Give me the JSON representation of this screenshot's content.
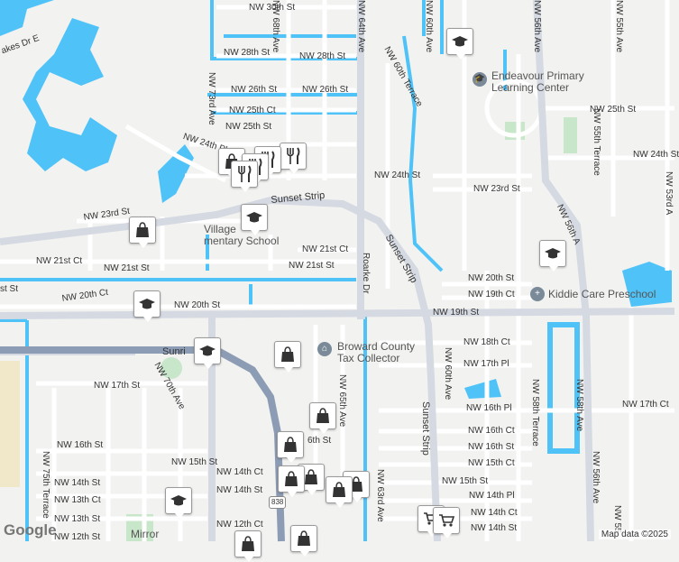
{
  "map": {
    "street_labels": {
      "nw_30th_st": "NW 30th St",
      "nw_28th_st_a": "NW 28th St",
      "nw_28th_st_b": "NW 28th St",
      "nw_26th_st_a": "NW 26th St",
      "nw_26th_st_b": "NW 26th St",
      "nw_25th_ct": "NW 25th Ct",
      "nw_25th_st": "NW 25th St",
      "nw_25th_st_e": "NW 25th St",
      "nw_24th_pl": "NW 24th Pl",
      "nw_24th_st": "NW 24th St",
      "nw_24th_st_e": "NW 24th St",
      "nw_23rd_st": "NW 23rd St",
      "nw_23rd_st_w": "NW 23rd St",
      "nw_21st_ct": "NW 21st Ct",
      "nw_21st_ct_w": "NW 21st Ct",
      "nw_21st_st": "NW 21st St",
      "nw_21st_st_w": "NW 21st St",
      "nw_20th_ct": "NW 20th Ct",
      "nw_20th_st": "NW 20th St",
      "nw_20th_st_e": "NW 20th St",
      "st_w": "st St",
      "nw_19th_ct": "NW 19th Ct",
      "nw_19th_st": "NW 19th St",
      "nw_18th_ct": "NW 18th Ct",
      "nw_17th_pl": "NW 17th Pl",
      "nw_17th_st": "NW 17th St",
      "nw_17th_ct": "NW 17th Ct",
      "nw_16th_pl": "NW 16th Pl",
      "nw_16th_ct": "NW 16th Ct",
      "nw_16th_st": "NW 16th St",
      "nw_16th_st_w": "NW 16th St",
      "sixth_st": "6th St",
      "nw_15th_ct": "NW 15th Ct",
      "nw_15th_st": "NW 15th St",
      "nw_15th_st_e": "NW 15th St",
      "nw_14th_ct": "NW 14th Ct",
      "nw_14th_st": "NW 14th St",
      "nw_14th_st_w": "NW 14th St",
      "nw_14th_st_e": "NW 14th St",
      "nw_14th_pl": "NW 14th Pl",
      "nw_14th_ct_e": "NW 14th Ct",
      "nw_13th_ct": "NW 13th Ct",
      "nw_13th_st": "NW 13th St",
      "nw_12th_ct": "NW 12th Ct",
      "nw_12th_st": "NW 12th St",
      "nw_68th_ave": "NW 68th Ave",
      "nw_64th_ave": "NW 64th Ave",
      "nw_60th_ave": "NW 60th Ave",
      "nw_60th_ave_s": "NW 60th Ave",
      "nw_56th_ave": "NW 56th Ave",
      "nw_56th_ave_s": "NW 56th Ave",
      "nw_55th_ave": "NW 55th Ave",
      "nw_55th_terrace": "NW 55th Terrace",
      "nw_58th_terrace": "NW 58th Terrace",
      "nw_58th_ave": "NW 58th Ave",
      "nw_60th_terrace": "NW 60th Terrace",
      "nw_73rd_ave": "NW 73rd Ave",
      "nw_70th_ave": "NW 70th Ave",
      "nw_75th_terrace": "NW 75th Terrace",
      "nw_65th_ave": "NW 65th Ave",
      "nw_63rd_ave": "NW 63rd Ave",
      "roarke_dr": "Roarke Dr",
      "sunset_strip_a": "Sunset Strip",
      "sunset_strip_b": "Sunset Strip",
      "sunset_strip_c": "Sunset Strip",
      "sunrise": "Sunri",
      "lakes_dr": "akes Dr E",
      "nw_55th_partial": "NW 55",
      "nw_53rd_partial": "NW 53rd A",
      "nw_56th_partial": "NW 56th A",
      "highway_838": "838"
    },
    "places": {
      "endeavour": "Endeavour Primary\nLearning Center",
      "kiddie_care": "Kiddie Care Preschool",
      "broward": "Broward County\nTax Collector",
      "village_school": "Village\nmentary School",
      "mirror": "Mirror"
    },
    "pins": [
      {
        "type": "school",
        "name": "school-marker"
      },
      {
        "type": "restaurant",
        "name": "restaurant-marker"
      },
      {
        "type": "shopping",
        "name": "shopping-marker"
      },
      {
        "type": "grocery",
        "name": "grocery-marker"
      }
    ],
    "colors": {
      "land": "#f2f2f0",
      "water": "#4fc3f7",
      "road": "#ffffff",
      "arterial": "#c9ced8",
      "highway": "#8d9cb5",
      "park": "#c8e6c9",
      "pin_text": "#333333"
    },
    "logo": "Google",
    "credit": "Map data ©2025"
  }
}
